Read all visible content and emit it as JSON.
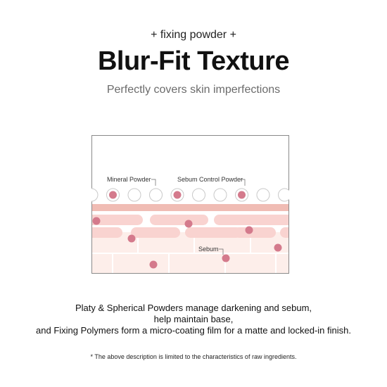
{
  "header": {
    "tagline": "+ fixing powder +",
    "title": "Blur-Fit Texture",
    "subtitle": "Perfectly covers skin imperfections"
  },
  "diagram": {
    "labels": {
      "mineral_powder": "Mineral Powder",
      "sebum_control_powder": "Sebum Control Powder",
      "sebum": "Sebum"
    },
    "colors": {
      "frame": "#8a8a8a",
      "powder_outline": "#c9c9c9",
      "particle": "#d47a8c",
      "film": "#f0bcb4",
      "cell": "#f9d3d0",
      "lower_layer": "#fdeeea",
      "grid_line": "#ffffff"
    }
  },
  "description": {
    "lines": [
      "Platy & Spherical Powders manage darkening and sebum,",
      "help maintain base,",
      "and Fixing Polymers form a micro-coating film for a matte and locked-in finish."
    ]
  },
  "footnote": "* The above description is limited to the characteristics of raw ingredients."
}
